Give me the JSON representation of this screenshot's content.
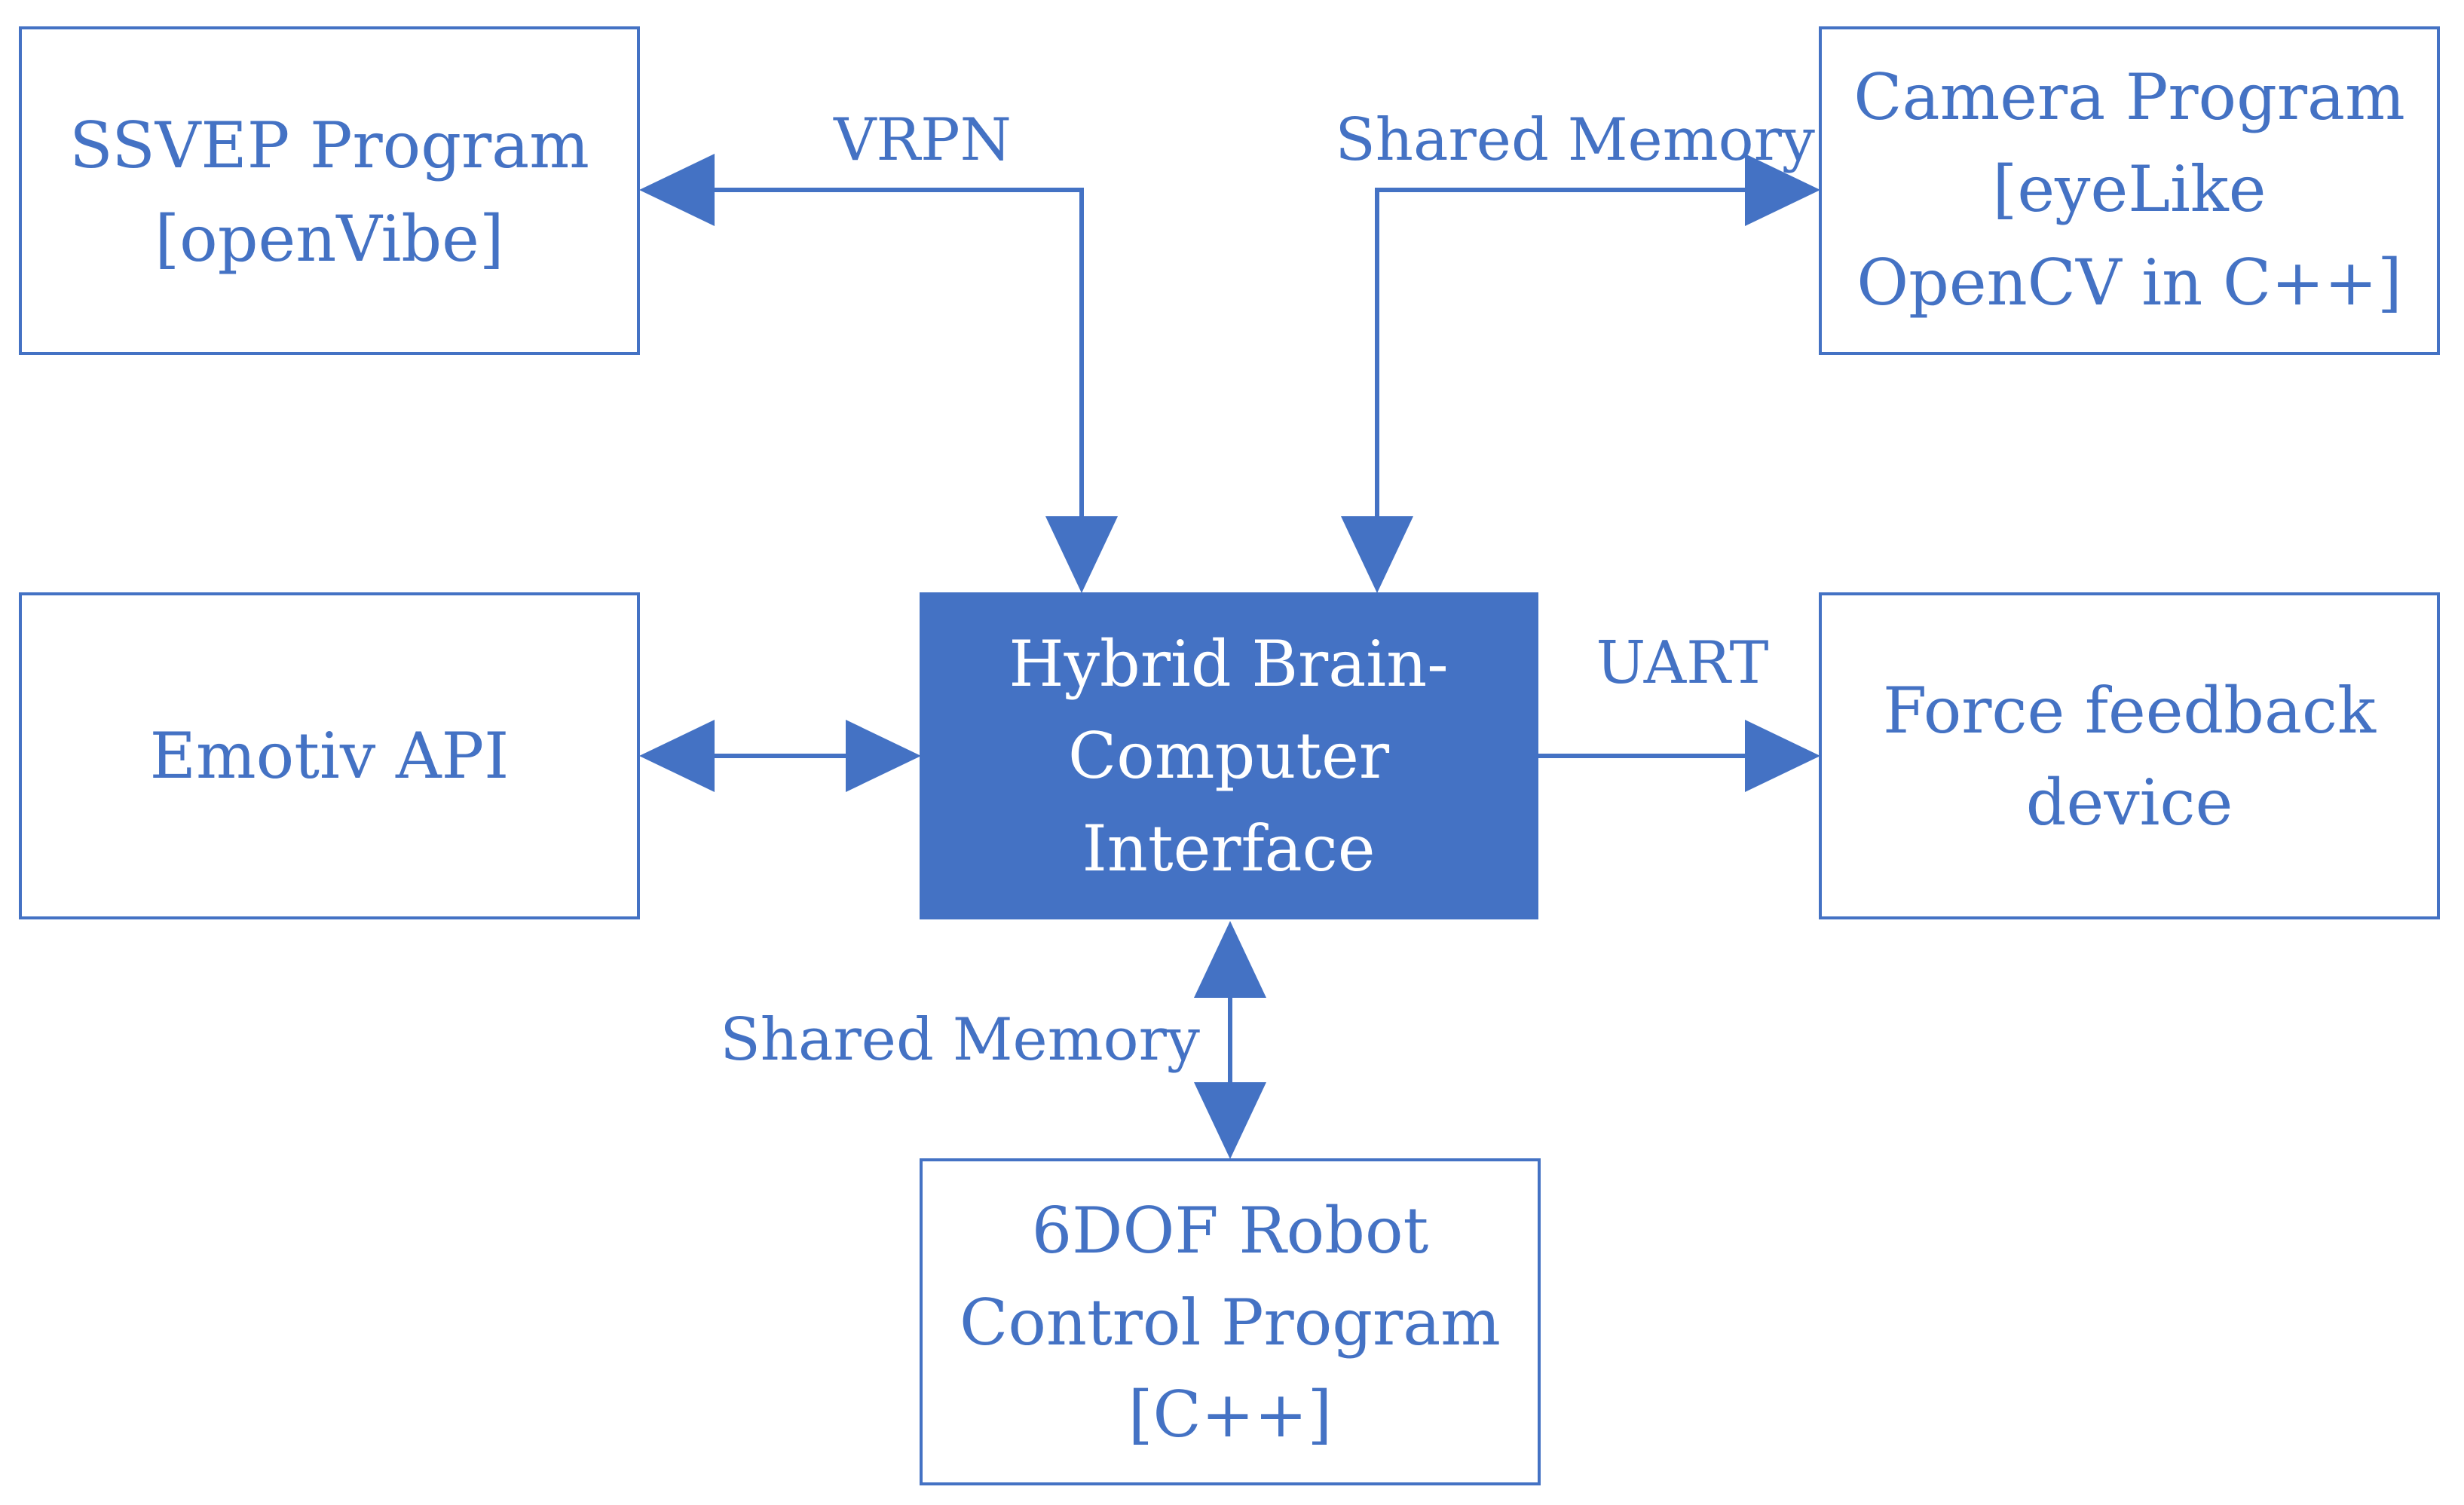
{
  "colors": {
    "accent": "#4472C4",
    "background": "#FFFFFF",
    "hub_text": "#FFFFFF"
  },
  "nodes": {
    "ssvep": {
      "lines": [
        "SSVEP Program",
        "[openVibe]"
      ]
    },
    "camera": {
      "lines": [
        "Camera Program",
        "[eyeLike",
        "OpenCV in C++]"
      ]
    },
    "emotiv": {
      "lines": [
        "Emotiv API"
      ]
    },
    "hybrid": {
      "lines": [
        "Hybrid Brain-",
        "Computer",
        "Interface"
      ]
    },
    "force": {
      "lines": [
        "Force feedback",
        "device"
      ]
    },
    "robot": {
      "lines": [
        "6DOF Robot",
        "Control Program",
        "[C++]"
      ]
    }
  },
  "edges": {
    "vrpn": {
      "label": "VRPN",
      "from": "ssvep",
      "to": "hybrid",
      "direction": "bidirectional"
    },
    "camera_shm": {
      "label": "Shared Memory",
      "from": "camera",
      "to": "hybrid",
      "direction": "bidirectional"
    },
    "emotiv_link": {
      "label": "",
      "from": "emotiv",
      "to": "hybrid",
      "direction": "bidirectional"
    },
    "uart": {
      "label": "UART",
      "from": "hybrid",
      "to": "force",
      "direction": "forward"
    },
    "robot_shm": {
      "label": "Shared Memory",
      "from": "hybrid",
      "to": "robot",
      "direction": "bidirectional"
    }
  }
}
